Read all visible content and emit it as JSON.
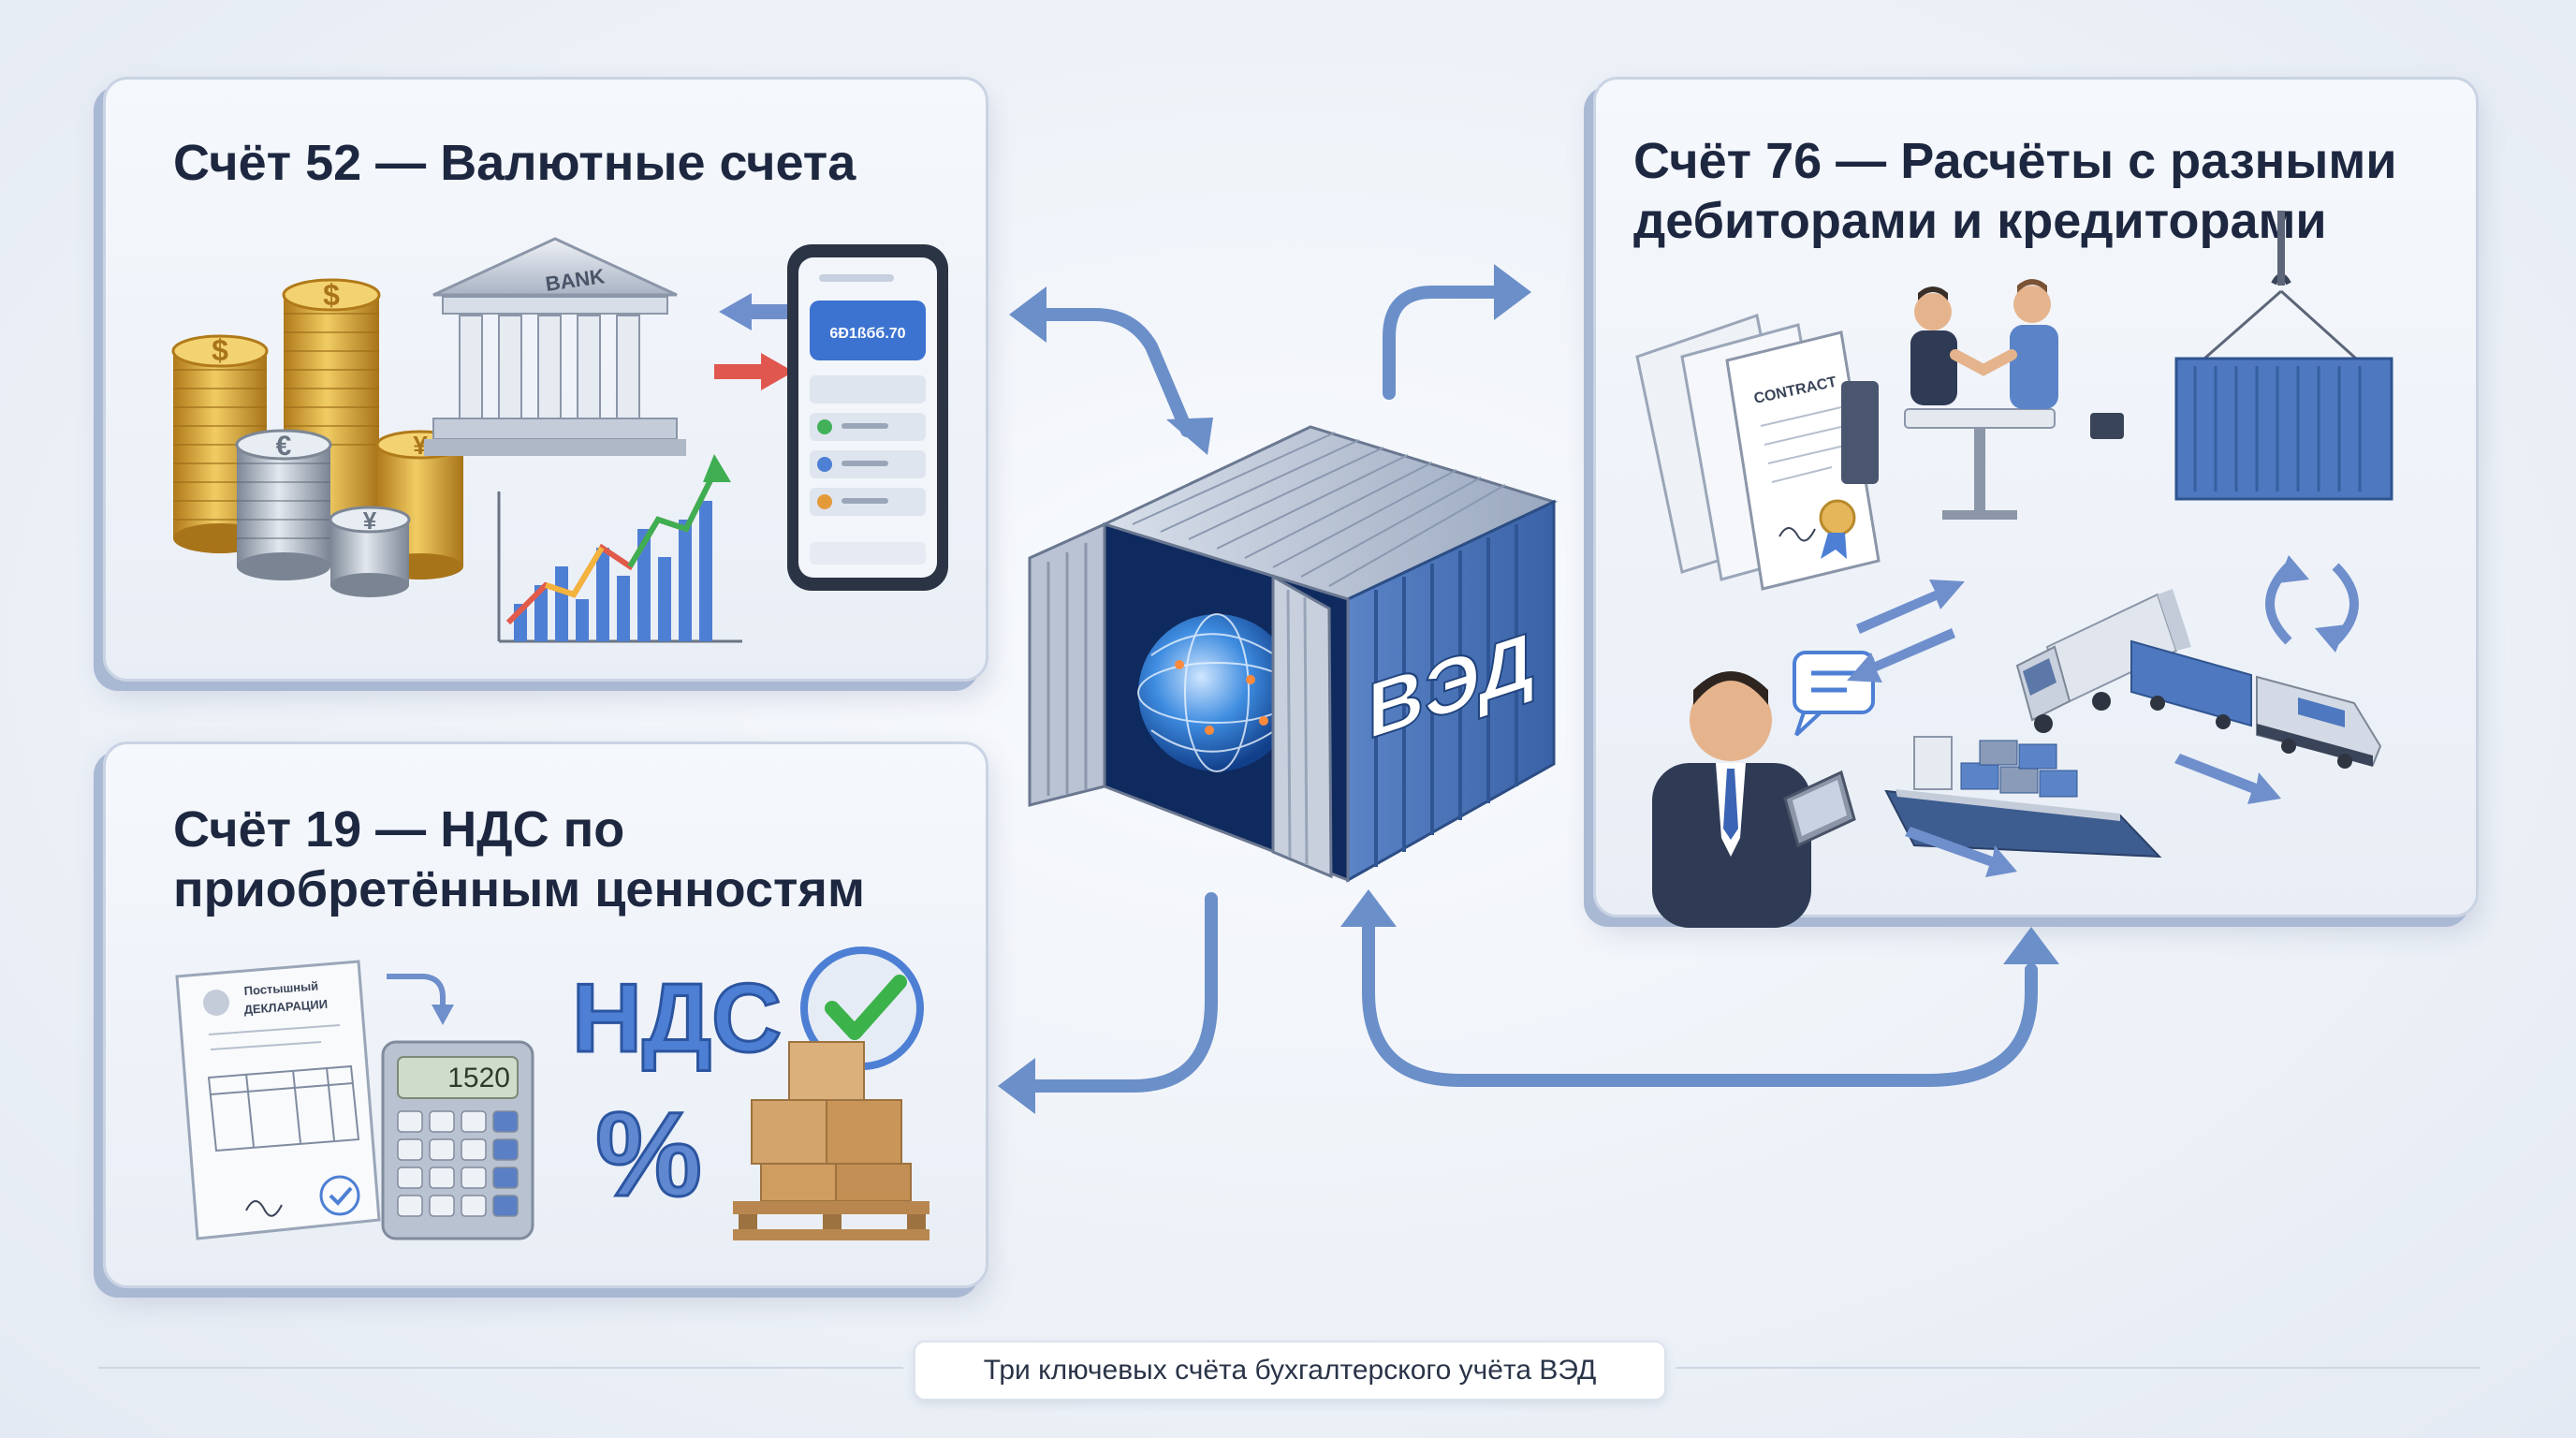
{
  "panels": {
    "account_52": {
      "title": "Счёт 52 — Валютные счета"
    },
    "account_19": {
      "title_line1": "Счёт 19 — НДС по",
      "title_line2": "приобретённым ценностям"
    },
    "account_76": {
      "title_line1": "Счёт 76 — Расчёты с разными",
      "title_line2": "дебиторами и кредиторами"
    }
  },
  "illustrations": {
    "bank_sign": "BANK",
    "phone_balance": "6Ð1ßбб.70",
    "calculator_display": "1520",
    "tax_label": "НДС",
    "percent_sign": "%",
    "contract_label": "CONTRACT",
    "declaration_line1": "Постышный",
    "declaration_line2": "ДЕКЛАРАЦИИ"
  },
  "center": {
    "container_label": "ВЭД"
  },
  "caption": "Три ключевых счёта бухгалтерского учёта ВЭД",
  "colors": {
    "accent_blue": "#3e6fbf",
    "arrow_blue": "#6b8fc9",
    "gold": "#d9a838",
    "green_check": "#3cb24a"
  }
}
